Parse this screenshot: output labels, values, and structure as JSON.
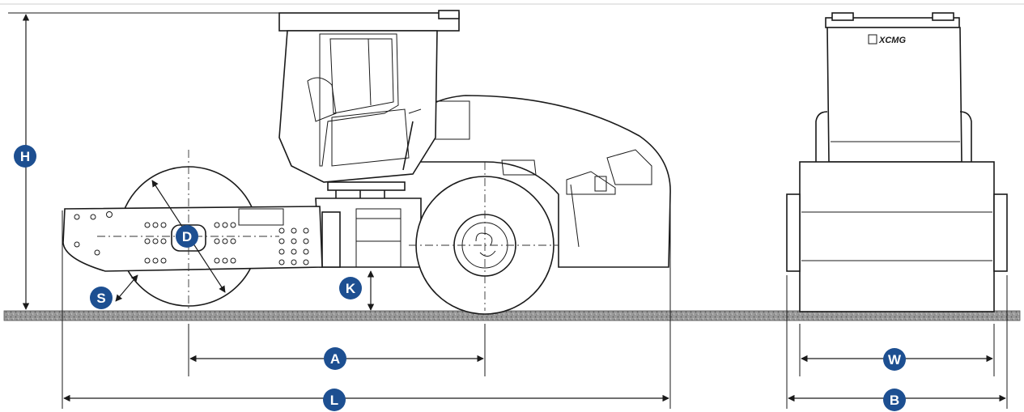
{
  "colors": {
    "badge": "#1d4f91",
    "line": "#1a1a1a",
    "ground": "#8c8c8c"
  },
  "brand": {
    "logo_text": "XCMG"
  },
  "labels": {
    "H": "H",
    "D": "D",
    "S": "S",
    "K": "K",
    "A": "A",
    "L": "L",
    "W": "W",
    "B": "B"
  }
}
